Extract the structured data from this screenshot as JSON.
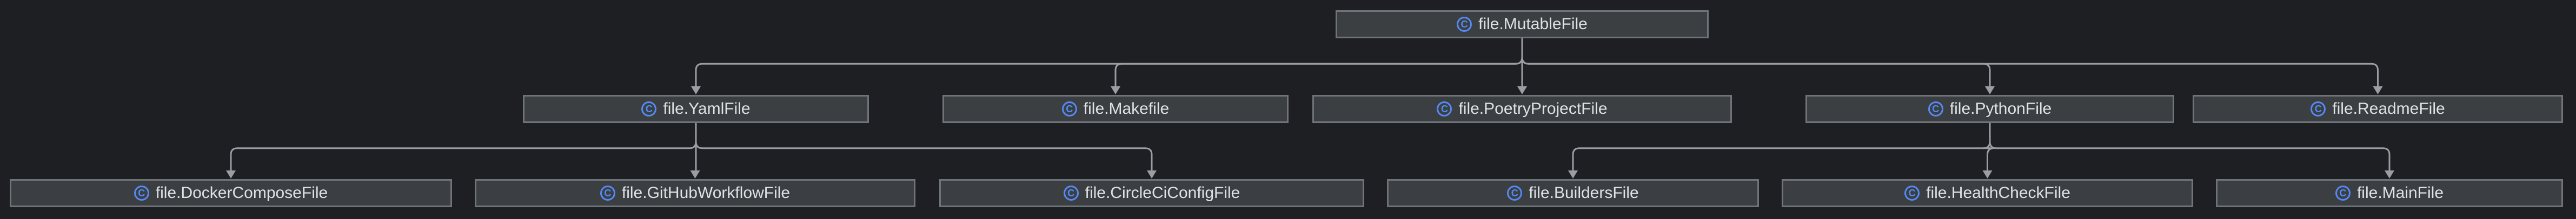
{
  "diagram": {
    "class_icon_glyph": "C",
    "nodes": {
      "mutable_file": "file.MutableFile",
      "yaml_file": "file.YamlFile",
      "makefile": "file.Makefile",
      "poetry_project_file": "file.PoetryProjectFile",
      "python_file": "file.PythonFile",
      "readme_file": "file.ReadmeFile",
      "docker_compose_file": "file.DockerComposeFile",
      "github_workflow_file": "file.GitHubWorkflowFile",
      "circle_ci_config_file": "file.CircleCiConfigFile",
      "builders_file": "file.BuildersFile",
      "health_check_file": "file.HealthCheckFile",
      "main_file": "file.MainFile"
    },
    "edges": [
      [
        "yaml_file",
        "mutable_file"
      ],
      [
        "makefile",
        "mutable_file"
      ],
      [
        "poetry_project_file",
        "mutable_file"
      ],
      [
        "python_file",
        "mutable_file"
      ],
      [
        "readme_file",
        "mutable_file"
      ],
      [
        "docker_compose_file",
        "yaml_file"
      ],
      [
        "github_workflow_file",
        "yaml_file"
      ],
      [
        "circle_ci_config_file",
        "yaml_file"
      ],
      [
        "builders_file",
        "python_file"
      ],
      [
        "health_check_file",
        "python_file"
      ],
      [
        "main_file",
        "python_file"
      ]
    ]
  }
}
